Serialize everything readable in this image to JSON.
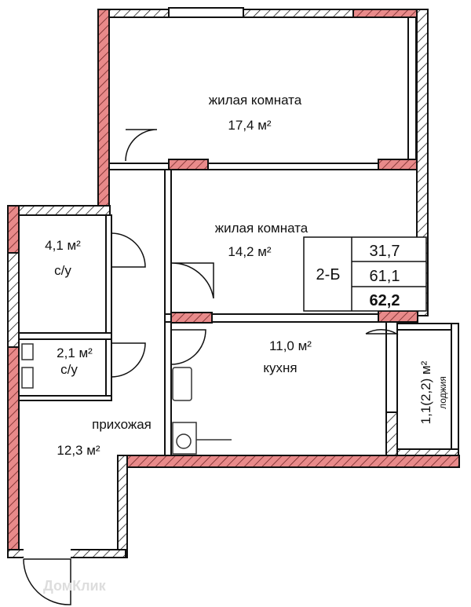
{
  "rooms": [
    {
      "name": "жилая комната",
      "area": "17,4 м²"
    },
    {
      "name": "жилая комната",
      "area": "14,2 м²"
    },
    {
      "name": "кухня",
      "area": "11,0 м²"
    },
    {
      "name": "с/у",
      "area": "4,1 м²"
    },
    {
      "name": "с/у",
      "area": "2,1 м²"
    },
    {
      "name": "прихожая",
      "area": "12,3 м²"
    },
    {
      "name": "лоджия",
      "area": "1,1(2,2) м²"
    }
  ],
  "summary": {
    "type": "2-Б",
    "living_area": "31,7",
    "total_area": "61,1",
    "total_with_loggia": "62,2"
  },
  "watermark": "ДомКлик",
  "colors": {
    "bearing_wall": "#e88a8a",
    "wall": "#111111"
  }
}
